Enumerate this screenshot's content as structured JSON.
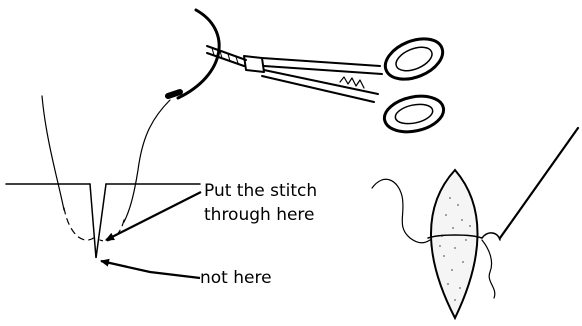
{
  "labels": {
    "stitch_through_line1": "Put the stitch",
    "stitch_through_line2": "through here",
    "not_here": "not here"
  },
  "colors": {
    "ink": "#000000",
    "background": "#ffffff"
  }
}
